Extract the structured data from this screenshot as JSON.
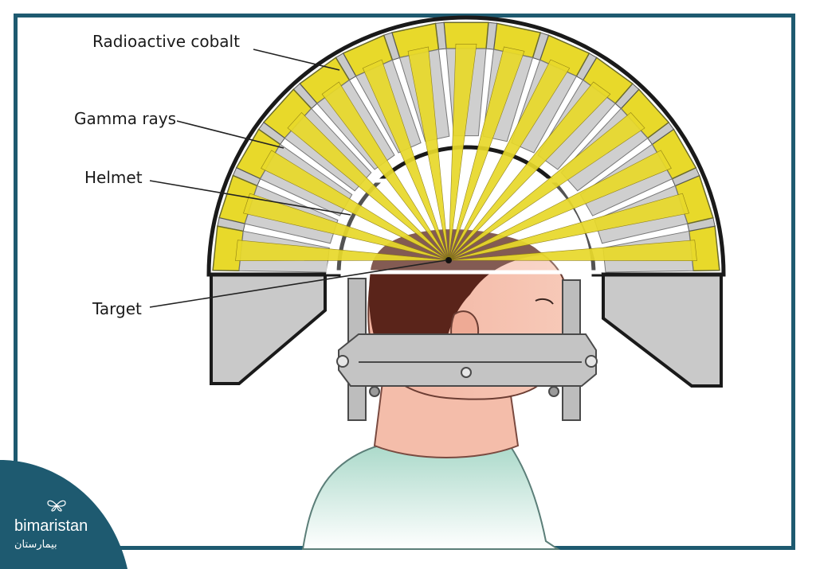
{
  "labels": {
    "cobalt": "Radioactive cobalt",
    "gamma": "Gamma rays",
    "helmet": "Helmet",
    "target": "Target"
  },
  "brand": {
    "name": "bimaristan",
    "name_arabic": "بيمارستان"
  },
  "colors": {
    "frame": "#1e5a70",
    "cobalt": "#e8d92a",
    "shield": "#c9c9c9",
    "skin": "#f3b9a8",
    "hair": "#5a241a",
    "shirt": "#b8e0d4"
  }
}
